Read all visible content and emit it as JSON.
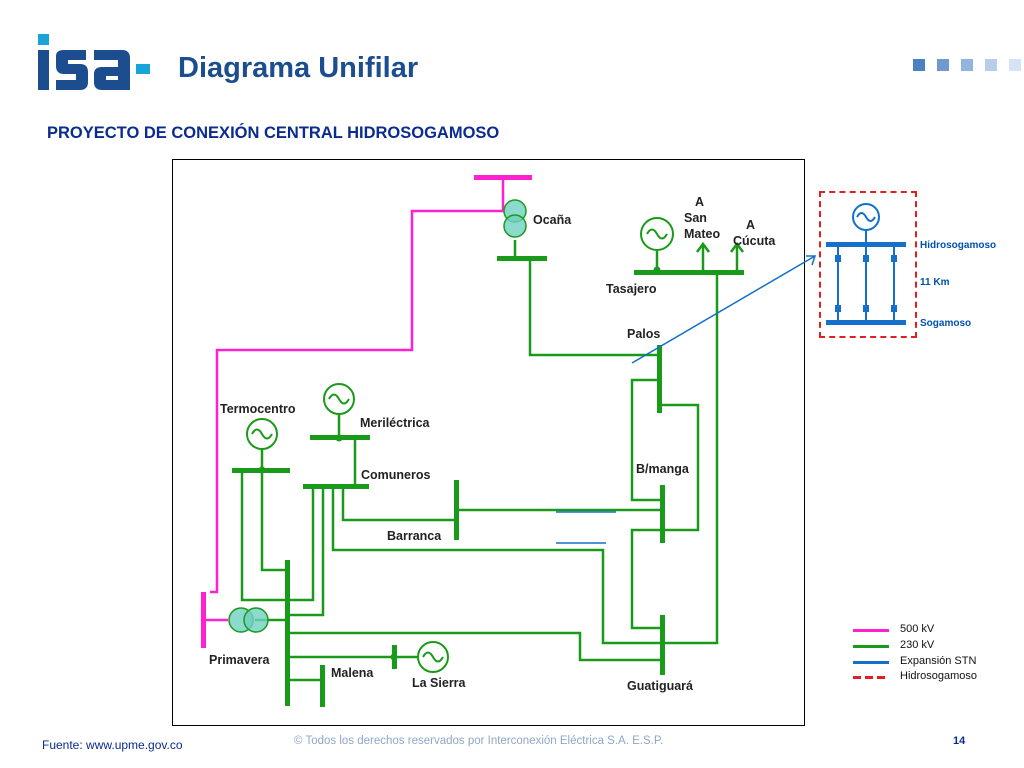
{
  "header": {
    "logo_text": "isa",
    "title": "Diagrama Unifilar",
    "subtitle": "PROYECTO DE CONEXIÓN CENTRAL HIDROSOGAMOSO"
  },
  "diagram": {
    "nodes": {
      "ocana": "Ocaña",
      "a_san_mateo": [
        "A",
        "San",
        "Mateo"
      ],
      "a_cucuta": [
        "A",
        "Cúcuta"
      ],
      "tasajero": "Tasajero",
      "palos": "Palos",
      "termocentro": "Termocentro",
      "merilectrica": "Meriléctrica",
      "comuneros": "Comuneros",
      "bmanga": "B/manga",
      "barranca": "Barranca",
      "primavera": "Primavera",
      "malena": "Malena",
      "la_sierra": "La Sierra",
      "guatiguara": "Guatiguará"
    },
    "inset": {
      "top_bus": "Hidrosogamoso",
      "distance": "11 Km",
      "bottom_bus": "Sogamoso"
    }
  },
  "legend": [
    {
      "label": "500 kV",
      "color": "#ff20d0",
      "style": "solid"
    },
    {
      "label": "230 kV",
      "color": "#1a9a1a",
      "style": "solid"
    },
    {
      "label": "Expansión STN",
      "color": "#1470c8",
      "style": "solid"
    },
    {
      "label": "Hidrosogamoso",
      "color": "#e02020",
      "style": "dashed"
    }
  ],
  "footer": {
    "source": "Fuente: www.upme.gov.co",
    "copyright": "© Todos los derechos reservados por Interconexión Eléctrica S.A. E.S.P.",
    "page": "14"
  }
}
